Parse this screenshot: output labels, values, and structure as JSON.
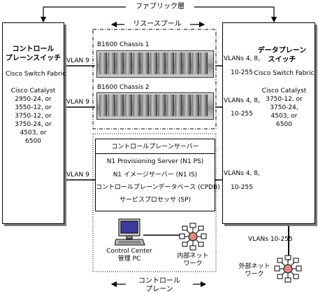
{
  "fabric_label": "ファブリック層",
  "resource_pool_label": "リスースプール",
  "control_plane_switch": {
    "title_line1": "コントロール",
    "title_line2": "プレーンスイッチ",
    "fabric": "Cisco Switch Fabric",
    "models": [
      "Cisco Catalyst",
      "2950-24, or",
      "3550-12, or",
      "3750-12, or",
      "3750-24, or",
      "4503, or",
      "6500"
    ]
  },
  "data_plane_switch": {
    "title_line1": "データプレーン",
    "title_line2": "スイッチ",
    "fabric": "Cisco Switch Fabric",
    "models": [
      "Cisco Catalyst",
      "3750-12, or",
      "3750-24,",
      "4503, or",
      "6500"
    ]
  },
  "chassis": [
    "B1600 Chassis 1",
    "B1600 Chassis 2"
  ],
  "vlan_left": [
    "VLAN 9",
    "VLAN 9",
    "VLAN 9"
  ],
  "vlan_right": [
    {
      "line1": "VLANs 4, 8,",
      "line2": "10-255"
    },
    {
      "line1": "VLANs 4, 8,",
      "line2": "10-255"
    },
    {
      "line1": "VLANs 4, 8,",
      "line2": "10-255"
    }
  ],
  "control_plane_server": {
    "title": "コントロールプレーンサーバー",
    "items": [
      "N1 Provisioning Server (N1 PS)",
      "N1 イメージサーバー (N1 IS)",
      "コントロールプレーンデータベース (CPDB)",
      "サービスプロセッサ (SP)"
    ]
  },
  "control_center": {
    "line1": "Control Center",
    "line2": "管理 PC"
  },
  "internal_network": {
    "line1": "内部ネット",
    "line2": "ワーク"
  },
  "external_vlans": "VLANs 10-255",
  "external_network": {
    "line1": "外部ネット",
    "line2": "ワーク"
  },
  "control_plane_label": {
    "line1": "コントロール",
    "line2": "プレーン"
  }
}
